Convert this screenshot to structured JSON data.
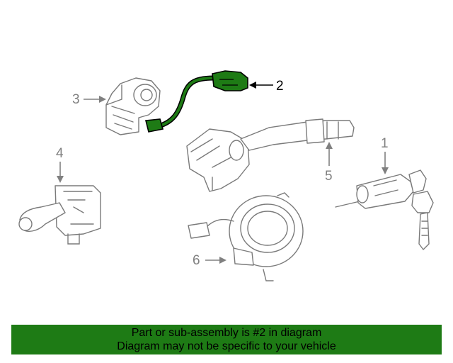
{
  "callouts": {
    "c1": "1",
    "c2": "2",
    "c3": "3",
    "c4": "4",
    "c5": "5",
    "c6": "6"
  },
  "highlight": {
    "part_number": "2",
    "color": "#1e7b15"
  },
  "colors": {
    "part_stroke": "#7a7a7a",
    "callout_text": "#808080",
    "banner_background": "#1e7b15"
  },
  "banner": {
    "line1": "Part or sub-assembly is #2 in diagram",
    "line2": "Diagram may not be specific to your vehicle"
  }
}
